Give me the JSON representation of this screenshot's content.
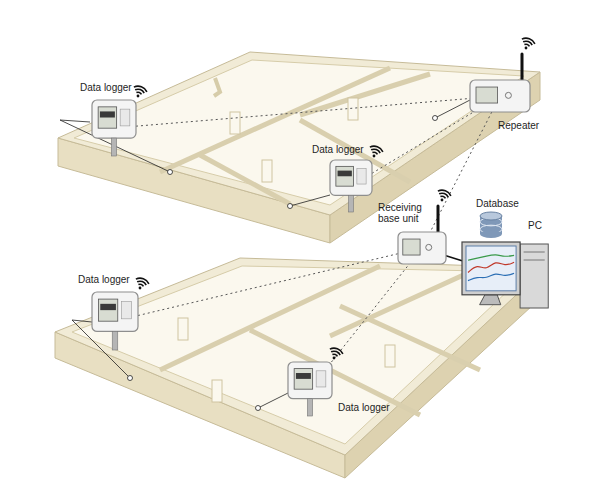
{
  "diagram": {
    "nodes": [
      {
        "text": [
          "Data logger"
        ]
      },
      {
        "text": [
          "Repeater"
        ]
      },
      {
        "text": [
          "Data logger"
        ]
      },
      {
        "text": [
          "Database"
        ]
      },
      {
        "text": [
          "Receiving base unit"
        ]
      },
      {
        "text": [
          "PC"
        ]
      },
      {
        "text": [
          "Data logger"
        ]
      },
      {
        "text": [
          "Data logger"
        ]
      }
    ],
    "edges": [
      {
        "from": 0,
        "to": 1,
        "arrow": "none"
      },
      {
        "from": 2,
        "to": 1,
        "arrow": "none"
      },
      {
        "from": 1,
        "to": 4,
        "arrow": "none"
      },
      {
        "from": 6,
        "to": 4,
        "arrow": "none"
      },
      {
        "from": 7,
        "to": 4,
        "arrow": "none"
      },
      {
        "from": 4,
        "to": 5,
        "arrow": "none"
      }
    ]
  }
}
